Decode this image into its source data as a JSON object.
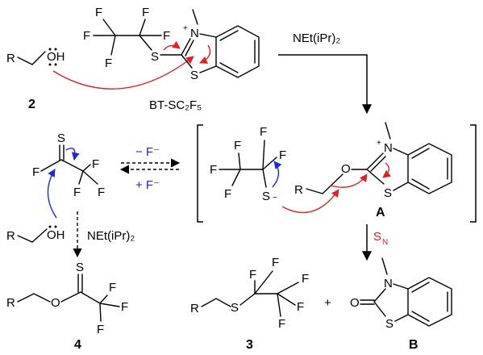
{
  "reagent_top": "NEt(iPr)₂",
  "reagent_bottom": "NEt(iPr)₂",
  "reagent_name": "BT-SC₂F₅",
  "labels": {
    "alcohol": "2",
    "product_sulfide": "3",
    "product_ester": "4",
    "intermediate": "A",
    "byproduct": "B"
  },
  "equilibrium_minus": "− F⁻",
  "equilibrium_plus": "+ F⁻",
  "sn_label": "S",
  "sn_sub": "N",
  "plus_sign": "+",
  "atoms": {
    "F": "F",
    "S": "S",
    "O": "O",
    "N": "N",
    "R": "R",
    "OH": "OH",
    "plus": "+",
    "minus": "−"
  },
  "colors": {
    "red_arrow": "#e02020",
    "blue_arrow": "#1c2ad8"
  }
}
